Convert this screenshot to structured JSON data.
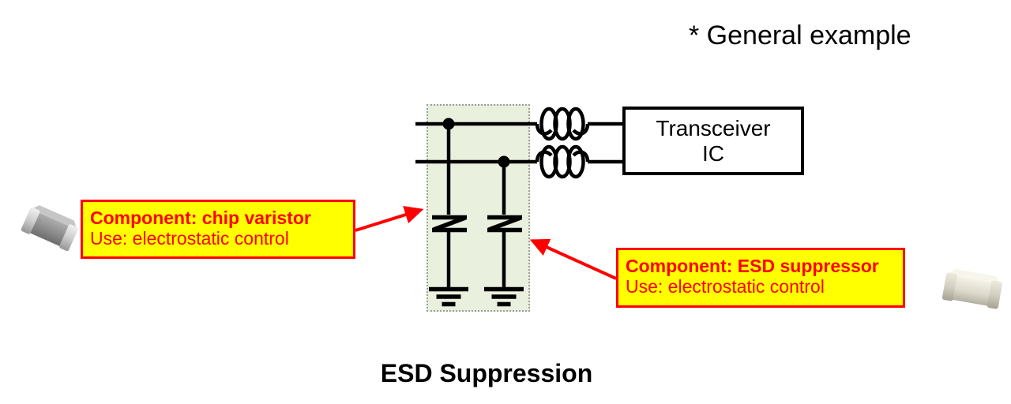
{
  "annotation": {
    "general_example_note": "* General example"
  },
  "title": {
    "text": "ESD Suppression"
  },
  "transceiver_box": {
    "line1": "Transceiver",
    "line2": "IC"
  },
  "callouts": {
    "chip_varistor": {
      "component_line": "Component: chip varistor",
      "use_line": "Use: electrostatic control"
    },
    "esd_suppressor": {
      "component_line": "Component: ESD suppressor",
      "use_line": "Use: electrostatic control"
    }
  },
  "icons": {
    "left_component_photo": "chip-varistor-component-photo",
    "right_component_photo": "esd-suppressor-component-photo"
  },
  "colors": {
    "callout_background": "#ffff00",
    "callout_border": "#ff0000",
    "callout_text": "#ff0000",
    "arrow": "#ff0000",
    "highlight_region_fill": "#e9f0dd",
    "highlight_region_border": "#9a9f96",
    "circuit_lines": "#000000",
    "background": "#ffffff"
  }
}
